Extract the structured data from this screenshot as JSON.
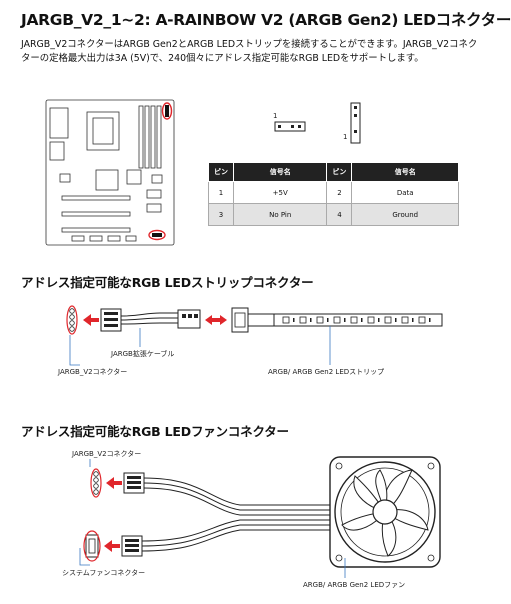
{
  "title": "JARGB_V2_1~2: A-RAINBOW V2 (ARGB Gen2) LEDコネクター",
  "description": "JARGB_V2コネクターはARGB Gen2とARGB LEDストリップを接続することができます。JARGB_V2コネクターの定格最大出力は3A (5V)で、240個々にアドレス指定可能なRGB LEDをサポートします。",
  "connector_pin_labels": {
    "horizontal_pin1": "1",
    "vertical_pin1": "1"
  },
  "pin_table": {
    "headers": [
      "ピン",
      "信号名",
      "ピン",
      "信号名"
    ],
    "rows": [
      [
        "1",
        "+5V",
        "2",
        "Data"
      ],
      [
        "3",
        "No Pin",
        "4",
        "Ground"
      ]
    ]
  },
  "strip_section": {
    "heading": "アドレス指定可能なRGB LEDストリップコネクター",
    "cable_label": "JARGB拡張ケーブル",
    "connector_label": "JARGB_V2コネクター",
    "strip_label": "ARGB/ ARGB Gen2 LEDストリップ"
  },
  "fan_section": {
    "heading": "アドレス指定可能なRGB LEDファンコネクター",
    "connector_label": "JARGB_V2コネクター",
    "fan_connector_label": "システムファンコネクター",
    "fan_label": "ARGB/ ARGB Gen2 LEDファン"
  },
  "colors": {
    "accent_red": "#e0262b",
    "dark": "#222222",
    "gray_row": "#e3e3e3"
  }
}
